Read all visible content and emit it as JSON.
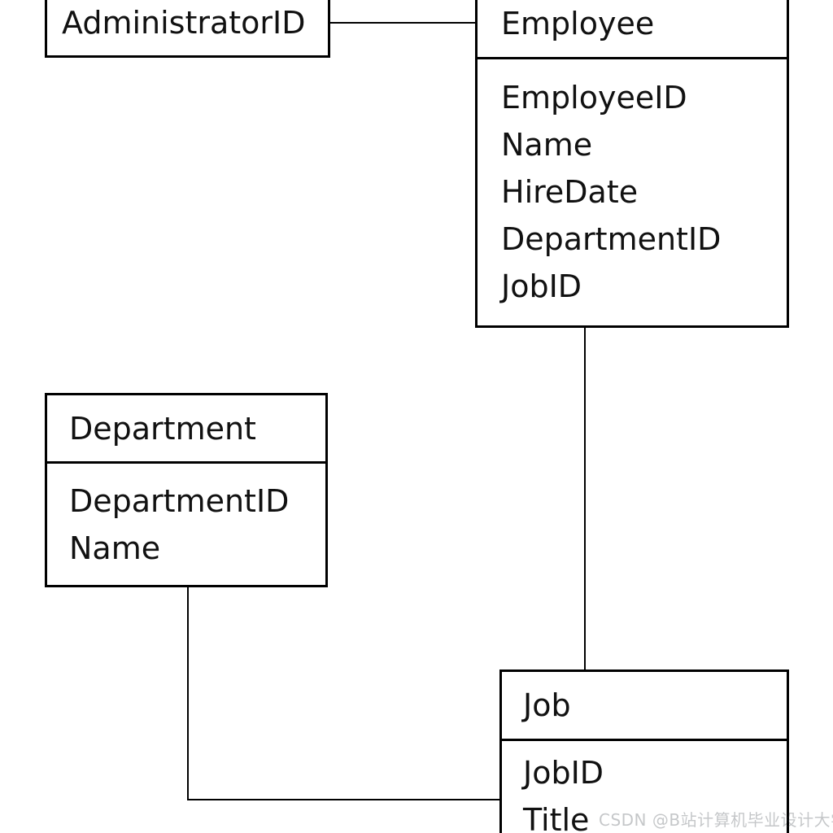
{
  "diagram": {
    "type": "er-diagram",
    "background_color": "#ffffff",
    "line_color": "#000000",
    "text_color": "#111111",
    "entities": {
      "admin": {
        "title": "AdministratorID",
        "fields": [],
        "note": "box cut off at top edge of image"
      },
      "employee": {
        "title": "Employee",
        "fields": [
          "EmployeeID",
          "Name",
          "HireDate",
          "DepartmentID",
          "JobID"
        ],
        "note": "box cut off at top edge of image"
      },
      "department": {
        "title": "Department",
        "fields": [
          "DepartmentID",
          "Name"
        ]
      },
      "job": {
        "title": "Job",
        "fields": [
          "JobID",
          "Title"
        ],
        "note": "box cut off at bottom edge of image"
      }
    },
    "relationships": [
      {
        "from": "AdministratorID",
        "to": "Employee",
        "style": "horizontal line"
      },
      {
        "from": "Employee",
        "to": "Job",
        "style": "vertical line"
      },
      {
        "from": "Department",
        "to": "Job",
        "style": "right-angle elbow line"
      }
    ]
  },
  "watermark": {
    "text": "CSDN @B站计算机毕业设计大学",
    "color": "#c7cbce"
  }
}
